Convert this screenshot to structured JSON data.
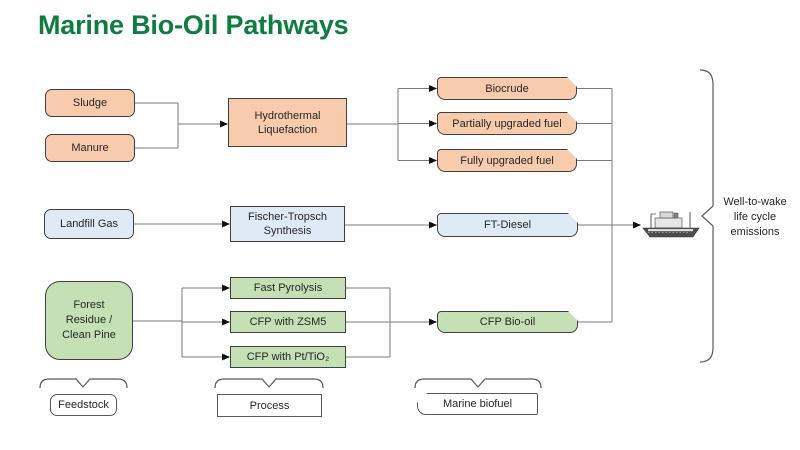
{
  "title": "Marine Bio-Oil Pathways",
  "palette": {
    "title_green": "#107C41",
    "orange_fill": "#F8CBAD",
    "blue_fill": "#DEEBF7",
    "green_fill": "#C5E0B4",
    "box_border": "#404040",
    "connector_gray": "#7A7A7A"
  },
  "boxes": {
    "sludge": "Sludge",
    "manure": "Manure",
    "landfill_gas": "Landfill Gas",
    "forest_residue": "Forest Residue / Clean Pine",
    "htl": "Hydrothermal Liquefaction",
    "fischer_tropsch": "Fischer-Tropsch Synthesis",
    "fast_pyrolysis": "Fast Pyrolysis",
    "cfp_zsm5": "CFP with ZSM5",
    "cfp_pt_tio2": "CFP with Pt/TiO₂",
    "biocrude": "Biocrude",
    "partially_upgraded": "Partially upgraded fuel",
    "fully_upgraded": "Fully upgraded fuel",
    "ft_diesel": "FT-Diesel",
    "cfp_bio_oil": "CFP Bio-oil"
  },
  "emissions": {
    "line1": "Well-to-wake",
    "line2": "life cycle",
    "line3": "emissions"
  },
  "legend": {
    "feedstock": "Feedstock",
    "process": "Process",
    "marine_biofuel": "Marine biofuel"
  },
  "icons": {
    "ship": "cargo-ship"
  }
}
